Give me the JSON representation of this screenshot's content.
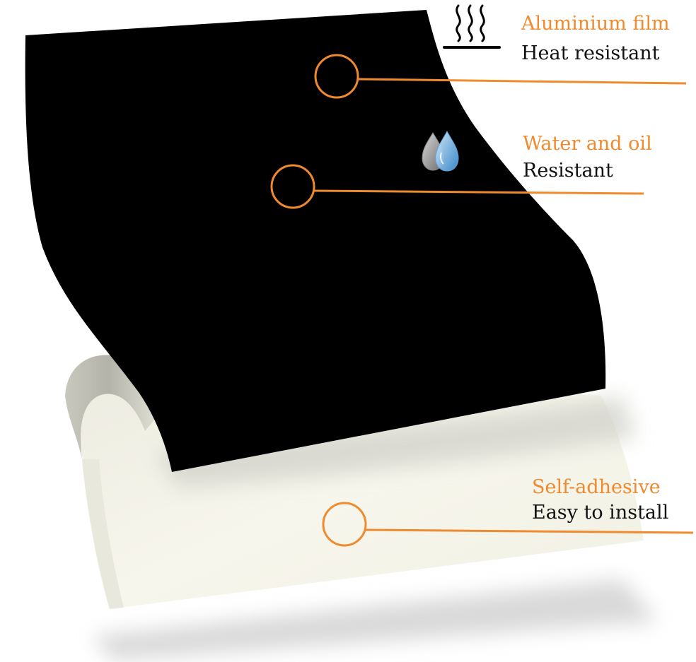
{
  "colors": {
    "accent": "#F08A2E",
    "film": "#000000",
    "backing": "#F4F3E8",
    "text": "#111111"
  },
  "features": [
    {
      "title": "Aluminium film",
      "subtitle": "Heat resistant",
      "icon": "heat-waves-icon"
    },
    {
      "title": "Water and oil",
      "subtitle": "Resistant",
      "icon": "water-drops-icon"
    },
    {
      "title": "Self-adhesive",
      "subtitle": "Easy to install",
      "icon": ""
    }
  ]
}
